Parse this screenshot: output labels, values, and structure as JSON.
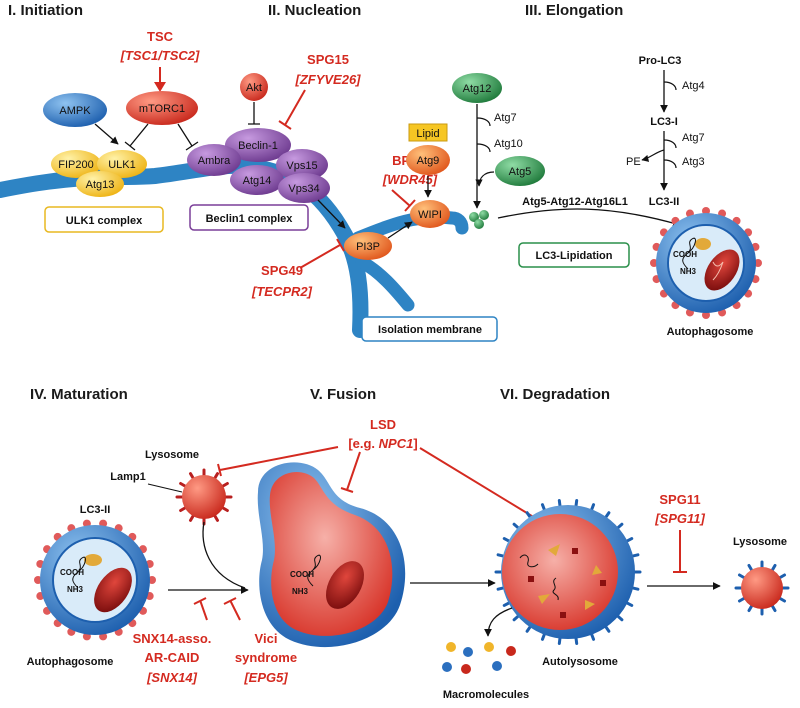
{
  "stages": {
    "initiation": "I. Initiation",
    "nucleation": "II. Nucleation",
    "elongation": "III. Elongation",
    "maturation": "IV. Maturation",
    "fusion": "V. Fusion",
    "degradation": "VI. Degradation"
  },
  "nodes": {
    "ampk": "AMPK",
    "mtorc1": "mTORC1",
    "fip200": "FIP200",
    "ulk1": "ULK1",
    "atg13": "Atg13",
    "akt": "Akt",
    "beclin1": "Beclin-1",
    "ambra": "Ambra",
    "vps15": "Vps15",
    "atg14": "Atg14",
    "vps34": "Vps34",
    "pi3p": "PI3P",
    "wipi": "WIPI",
    "atg9": "Atg9",
    "lipid": "Lipid",
    "atg12": "Atg12",
    "atg5": "Atg5"
  },
  "complexes": {
    "ulk1_complex": "ULK1 complex",
    "beclin1_complex": "Beclin1 complex",
    "isolation_membrane": "Isolation membrane",
    "lc3_lipidation": "LC3-Lipidation"
  },
  "elongation": {
    "atg7_a": "Atg7",
    "atg10": "Atg10",
    "pro_lc3": "Pro-LC3",
    "atg4": "Atg4",
    "lc3_i": "LC3-I",
    "atg7_b": "Atg7",
    "atg3": "Atg3",
    "pe": "PE",
    "lc3_ii": "LC3-II",
    "conjugate": "Atg5-Atg12-Atg16L1",
    "autophagosome": "Autophagosome",
    "cooh": "COOH",
    "nh3": "NH3"
  },
  "diseases": {
    "tsc": "TSC",
    "tsc_genes": "[TSC1/TSC2]",
    "spg15": "SPG15",
    "spg15_gene": "[ZFYVE26]",
    "bpan": "BPAN",
    "bpan_gene": "[WDR45]",
    "spg49": "SPG49",
    "spg49_gene": "[TECPR2]",
    "lsd": "LSD",
    "lsd_example_prefix": "[e.g. ",
    "lsd_gene": "NPC1",
    "lsd_suffix": "]",
    "snx14_line1": "SNX14-asso.",
    "snx14_line2": "AR-CAID",
    "snx14_gene": "[SNX14]",
    "vici_line1": "Vici",
    "vici_line2": "syndrome",
    "vici_gene": "[EPG5]",
    "spg11": "SPG11",
    "spg11_gene": "[SPG11]"
  },
  "bottom": {
    "lysosome_left": "Lysosome",
    "lamp1": "Lamp1",
    "lc3_ii": "LC3-II",
    "autophagosome": "Autophagosome",
    "cooh_a": "COOH",
    "nh3_a": "NH3",
    "cooh_b": "COOH",
    "nh3_b": "NH3",
    "macromolecules": "Macromolecules",
    "autolysosome": "Autolysosome",
    "lysosome_right": "Lysosome"
  },
  "colors": {
    "inhibit": "#d42a20",
    "membrane": "#2e84c4",
    "yellow_node": "#f6c623",
    "purple_node": "#8a4fa8",
    "blue_node": "#2b6fbf",
    "red_node": "#e0402e",
    "green_node": "#2a8f4a"
  }
}
